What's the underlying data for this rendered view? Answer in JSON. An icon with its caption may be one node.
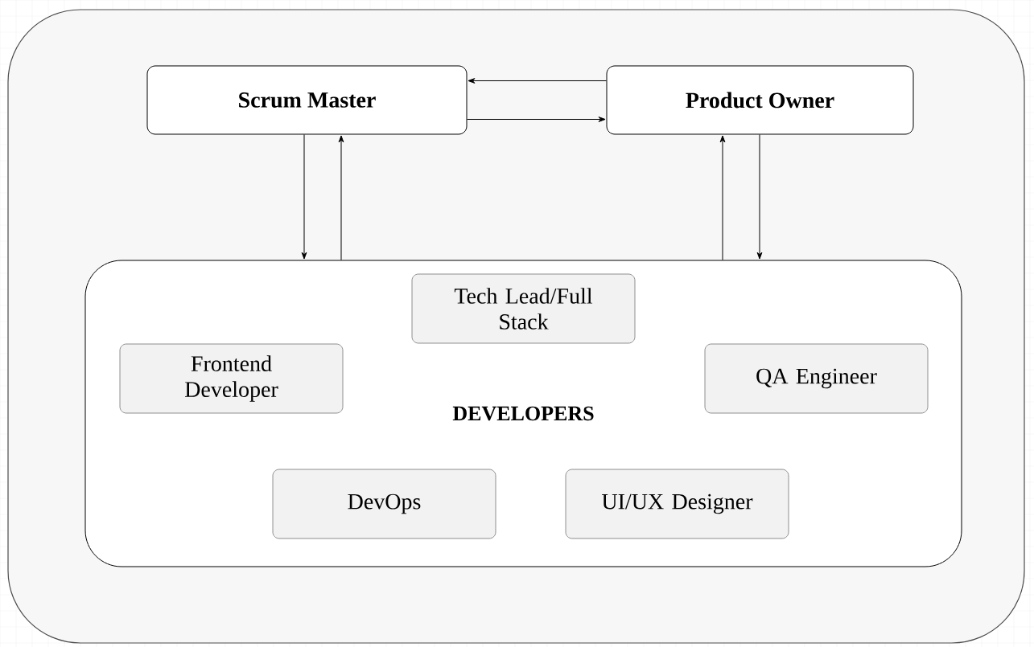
{
  "diagram": {
    "nodes": [
      {
        "text": [],
        "shape": "box"
      },
      {
        "text": [
          "Scrum Master"
        ],
        "in": 0
      },
      {
        "text": [
          "Product Owner"
        ],
        "in": 0
      },
      {
        "text": [
          "DEVELOPERS"
        ],
        "in": 0
      },
      {
        "text": [
          "Tech Lead/Full Stack"
        ],
        "in": 3
      },
      {
        "text": [
          "Frontend Developer"
        ],
        "in": 3
      },
      {
        "text": [
          "QA Engineer"
        ],
        "in": 3
      },
      {
        "text": [
          "DevOps"
        ],
        "in": 3
      },
      {
        "text": [
          "UI/UX Designer"
        ],
        "in": 3
      }
    ],
    "edges": [
      {
        "from": 2,
        "to": 1,
        "arrow": "to"
      },
      {
        "from": 1,
        "to": 2,
        "arrow": "to"
      },
      {
        "from": 1,
        "to": 3,
        "arrow": "to"
      },
      {
        "from": 3,
        "to": 1,
        "arrow": "to"
      },
      {
        "from": 3,
        "to": 2,
        "arrow": "to"
      },
      {
        "from": 2,
        "to": 3,
        "arrow": "to"
      }
    ]
  }
}
